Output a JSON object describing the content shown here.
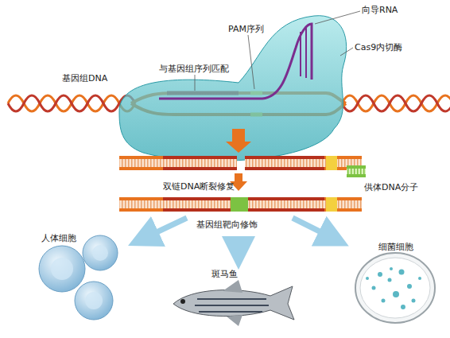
{
  "diagram": {
    "labels": [
      "PAM序列",
      "向导RNA",
      "Cas9内切酶",
      "与基因组序列匹配",
      "基因组DNA",
      "供体DNA分子",
      "双链DNA断裂修复",
      "基因组靶向修饰",
      "人体细胞",
      "斑马鱼",
      "细菌细胞"
    ]
  }
}
